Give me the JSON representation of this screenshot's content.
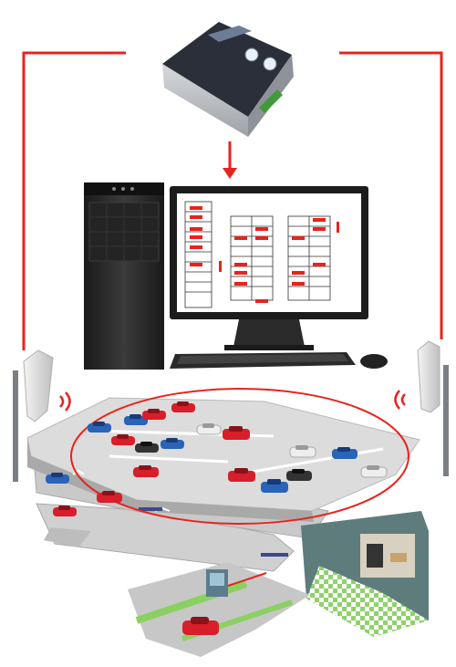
{
  "diagram": {
    "type": "parking-guidance-system-overview",
    "nodes": [
      {
        "id": "controller",
        "name": "controller-box"
      },
      {
        "id": "computer",
        "name": "computer-workstation"
      },
      {
        "id": "antenna-left",
        "name": "antenna-left"
      },
      {
        "id": "antenna-right",
        "name": "antenna-right"
      },
      {
        "id": "parking-garage",
        "name": "parking-garage"
      }
    ],
    "edges": [
      {
        "from": "controller",
        "to": "computer",
        "style": "arrow"
      },
      {
        "from": "controller",
        "to": "antenna-left",
        "style": "line"
      },
      {
        "from": "controller",
        "to": "antenna-right",
        "style": "line"
      }
    ],
    "colors": {
      "connector": "#e8231c",
      "floor": "#d9d9d9",
      "floor_edge": "#bdbdbd",
      "car_red": "#d81e2a",
      "car_blue": "#2a63b8",
      "car_white": "#eeeeee",
      "car_black": "#333333",
      "screen_bg": "#ffffff",
      "monitor_frame": "#1c1c1c",
      "tower": "#2b2b2b",
      "controller_body": "#b9bcc0",
      "controller_top": "#2a2f3a",
      "checker_green": "#8fd16a"
    }
  }
}
